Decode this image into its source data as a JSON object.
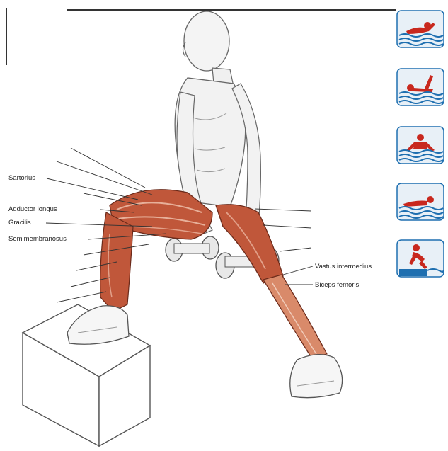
{
  "labels_left": [
    {
      "id": "obscured-1",
      "text": "",
      "faded": true
    },
    {
      "id": "obscured-2",
      "text": "",
      "faded": true
    },
    {
      "id": "sartorius",
      "text": "Sartorius"
    },
    {
      "id": "obscured-3",
      "text": "",
      "faded": true
    },
    {
      "id": "adductor-longus",
      "text": "Adductor longus"
    },
    {
      "id": "gracilis",
      "text": "Gracilis"
    },
    {
      "id": "semimembranosus",
      "text": "Semimembranosus"
    },
    {
      "id": "obscured-4",
      "text": "",
      "faded": true
    },
    {
      "id": "obscured-5",
      "text": "",
      "faded": true
    },
    {
      "id": "obscured-6",
      "text": "",
      "faded": true
    },
    {
      "id": "obscured-7",
      "text": "",
      "faded": true
    }
  ],
  "labels_right": [
    {
      "id": "obscured-r1",
      "text": "",
      "faded": true
    },
    {
      "id": "obscured-r2",
      "text": "",
      "faded": true
    },
    {
      "id": "obscured-r3",
      "text": "",
      "faded": true
    },
    {
      "id": "vastus-intermedius",
      "text": "Vastus intermedius"
    },
    {
      "id": "biceps-femoris",
      "text": "Biceps femoris"
    }
  ],
  "swim_icons": [
    {
      "stroke": "freestyle",
      "icon": "freestyle-swimmer-icon"
    },
    {
      "stroke": "backstroke",
      "icon": "backstroke-swimmer-icon"
    },
    {
      "stroke": "butterfly",
      "icon": "butterfly-swimmer-icon"
    },
    {
      "stroke": "breaststroke",
      "icon": "breaststroke-swimmer-icon"
    },
    {
      "stroke": "start",
      "icon": "dive-start-swimmer-icon"
    }
  ],
  "colors": {
    "muscle": "#c0573a",
    "muscle_light": "#d98a6a",
    "skin": "#f4f4f4",
    "outline": "#555555",
    "icon_red": "#c8281e",
    "icon_water": "#1e6fb0",
    "icon_bg": "#e8f0f7"
  }
}
